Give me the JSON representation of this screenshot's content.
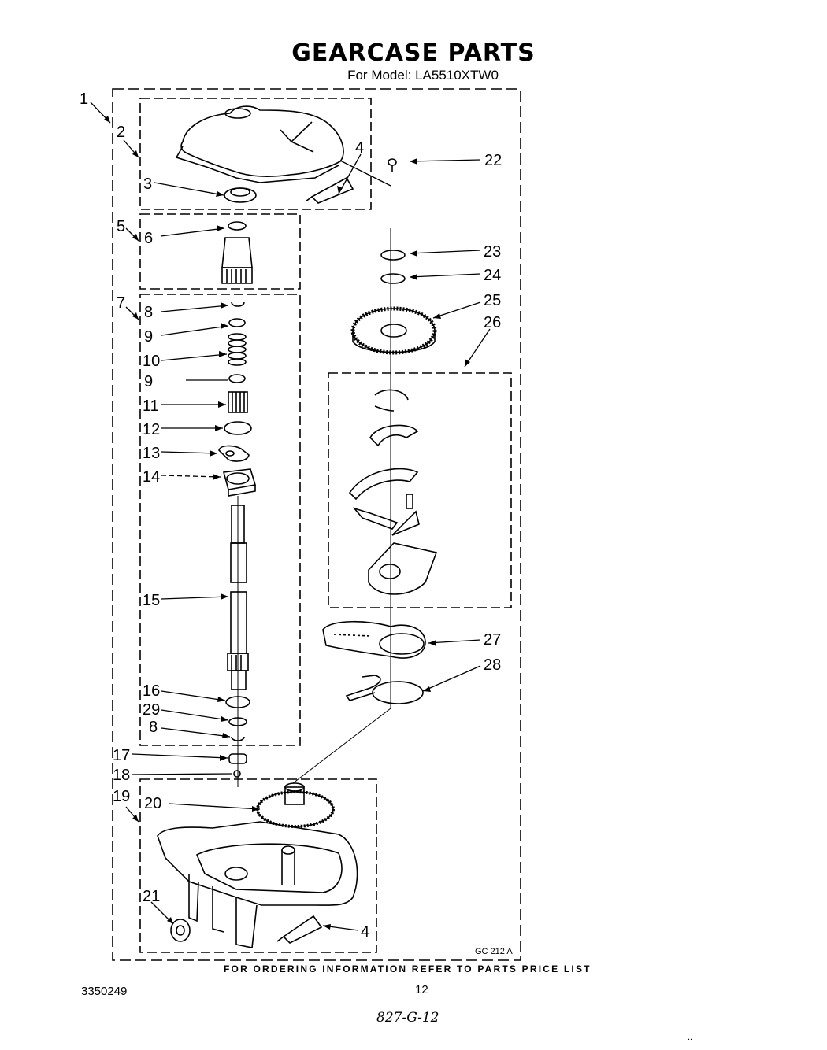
{
  "title": "GEARCASE PARTS",
  "subtitle": "For Model: LA5510XTW0",
  "footer_note": "FOR ORDERING INFORMATION REFER TO PARTS PRICE LIST",
  "doc_number": "3350249",
  "page_number": "12",
  "handwritten_note": "827-G-12",
  "diagram_code": "GC 212 A",
  "stray_mark": "..",
  "callouts": [
    {
      "id": "c1",
      "label": "1"
    },
    {
      "id": "c2",
      "label": "2"
    },
    {
      "id": "c3",
      "label": "3"
    },
    {
      "id": "c4a",
      "label": "4"
    },
    {
      "id": "c22",
      "label": "22"
    },
    {
      "id": "c5",
      "label": "5"
    },
    {
      "id": "c6",
      "label": "6"
    },
    {
      "id": "c23",
      "label": "23"
    },
    {
      "id": "c24",
      "label": "24"
    },
    {
      "id": "c25",
      "label": "25"
    },
    {
      "id": "c26",
      "label": "26"
    },
    {
      "id": "c7",
      "label": "7"
    },
    {
      "id": "c8a",
      "label": "8"
    },
    {
      "id": "c9a",
      "label": "9"
    },
    {
      "id": "c10",
      "label": "10"
    },
    {
      "id": "c9b",
      "label": "9"
    },
    {
      "id": "c11",
      "label": "11"
    },
    {
      "id": "c12",
      "label": "12"
    },
    {
      "id": "c13",
      "label": "13"
    },
    {
      "id": "c14",
      "label": "14"
    },
    {
      "id": "c15",
      "label": "15"
    },
    {
      "id": "c27",
      "label": "27"
    },
    {
      "id": "c28",
      "label": "28"
    },
    {
      "id": "c16",
      "label": "16"
    },
    {
      "id": "c29",
      "label": "29"
    },
    {
      "id": "c8b",
      "label": "8"
    },
    {
      "id": "c17",
      "label": "17"
    },
    {
      "id": "c18",
      "label": "18"
    },
    {
      "id": "c19",
      "label": "19"
    },
    {
      "id": "c20",
      "label": "20"
    },
    {
      "id": "c21",
      "label": "21"
    },
    {
      "id": "c4b",
      "label": "4"
    }
  ]
}
